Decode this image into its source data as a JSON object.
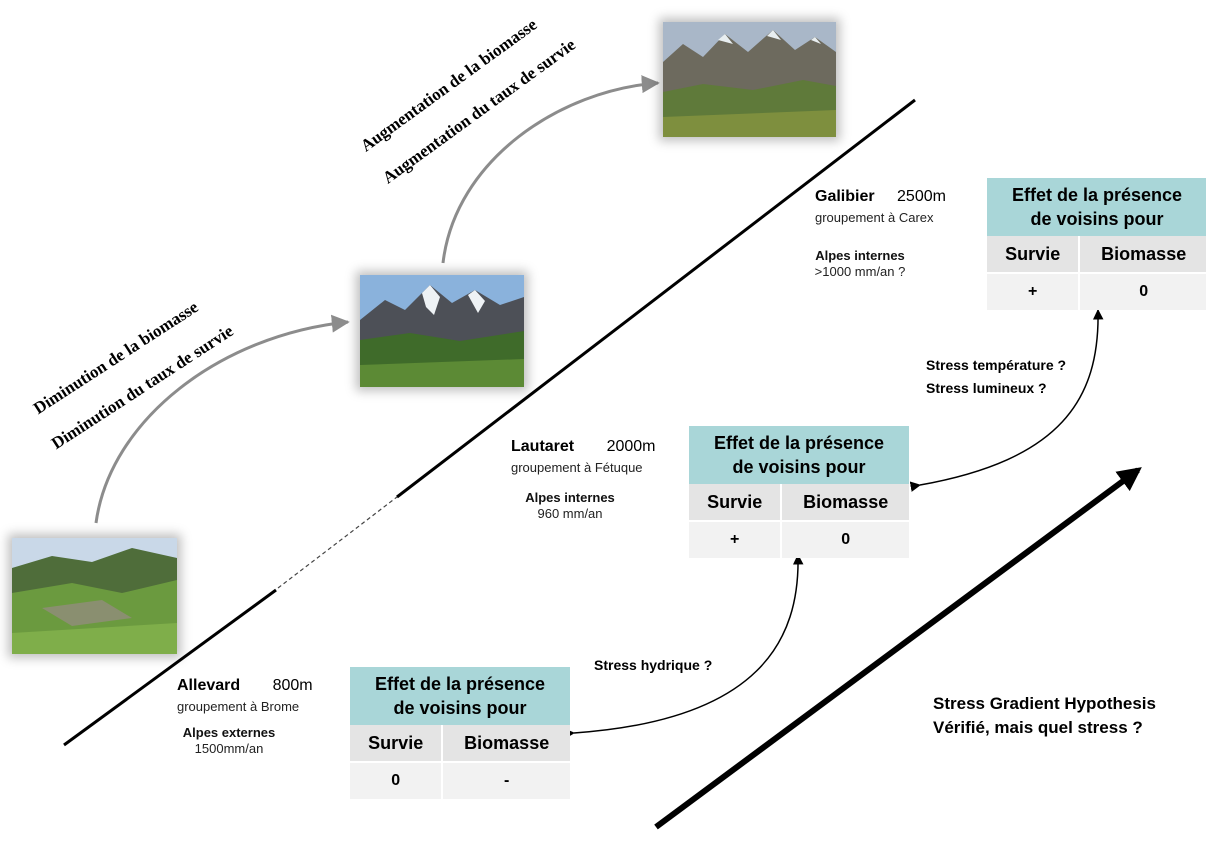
{
  "trend_labels": {
    "increase": [
      "Augmentation de la biomasse",
      "Augmentation du taux de survie"
    ],
    "decrease": [
      "Diminution de la biomasse",
      "Diminution du taux de survie"
    ]
  },
  "sites": [
    {
      "id": "galibier",
      "name": "Galibier",
      "altitude": "2500m",
      "community": "groupement  à Carex",
      "zone": "Alpes internes",
      "rainfall": ">1000 mm/an ?",
      "effect": {
        "title_line1": "Effet de la présence",
        "title_line2": "de voisins pour",
        "col_survie": "Survie",
        "col_biomasse": "Biomasse",
        "val_survie": "+",
        "val_biomasse": "0"
      }
    },
    {
      "id": "lautaret",
      "name": "Lautaret",
      "altitude": "2000m",
      "community": "groupement à Fétuque",
      "zone": "Alpes internes",
      "rainfall": "960 mm/an",
      "effect": {
        "title_line1": "Effet de la présence",
        "title_line2": "de voisins pour",
        "col_survie": "Survie",
        "col_biomasse": "Biomasse",
        "val_survie": "+",
        "val_biomasse": "0"
      }
    },
    {
      "id": "allevard",
      "name": "Allevard",
      "altitude": "800m",
      "community": "groupement à Brome",
      "zone": "Alpes externes",
      "rainfall": "1500mm/an",
      "effect": {
        "title_line1": "Effet de la présence",
        "title_line2": "de voisins pour",
        "col_survie": "Survie",
        "col_biomasse": "Biomasse",
        "val_survie": "0",
        "val_biomasse": "-"
      }
    }
  ],
  "stresses": {
    "upper": [
      "Stress température ?",
      "Stress lumineux ?"
    ],
    "lower": [
      "Stress hydrique ?"
    ]
  },
  "conclusion": [
    "Stress Gradient Hypothesis",
    "Vérifié, mais quel stress ?"
  ],
  "colors": {
    "table_header": "#a9d6d8",
    "table_col_header": "#e4e4e4",
    "table_value": "#f2f2f2",
    "gray_arrow": "#8c8c8c"
  }
}
